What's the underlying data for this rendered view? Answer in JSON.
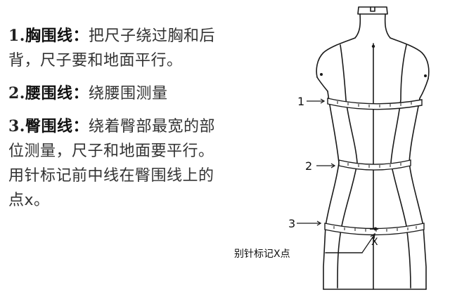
{
  "items": [
    {
      "num": "1.",
      "term": "胸围线",
      "sep": "：",
      "desc": "把尺子绕过胸和后背，尺子要和地面平行。"
    },
    {
      "num": "2.",
      "term": "腰围线",
      "sep": "：",
      "desc": "绕腰围测量"
    },
    {
      "num": "3.",
      "term": "臀围线",
      "sep": "：",
      "desc": "绕着臀部最宽的部位测量，尺子和地面要平行。用针标记前中线在臀围线上的点x。"
    }
  ],
  "figure": {
    "line_labels": [
      "1",
      "2",
      "3"
    ],
    "mark_letter": "X",
    "pin_note": "别针标记X点"
  }
}
